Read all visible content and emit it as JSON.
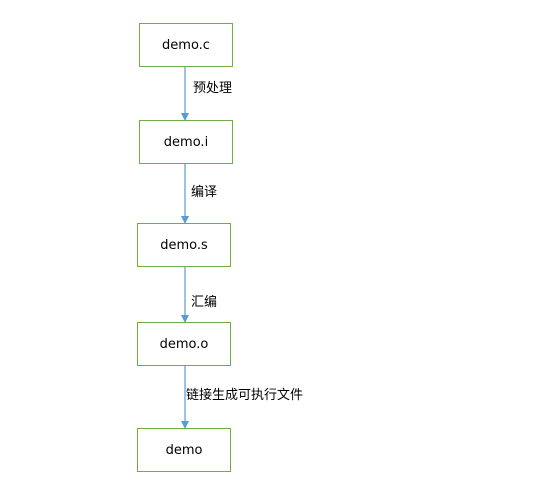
{
  "diagram": {
    "type": "flowchart",
    "nodes": [
      {
        "id": "n1",
        "label": "demo.c"
      },
      {
        "id": "n2",
        "label": "demo.i"
      },
      {
        "id": "n3",
        "label": "demo.s"
      },
      {
        "id": "n4",
        "label": "demo.o"
      },
      {
        "id": "n5",
        "label": "demo"
      }
    ],
    "edges": [
      {
        "from": "n1",
        "to": "n2",
        "label": "预处理"
      },
      {
        "from": "n2",
        "to": "n3",
        "label": "编译"
      },
      {
        "from": "n3",
        "to": "n4",
        "label": "汇编"
      },
      {
        "from": "n4",
        "to": "n5",
        "label": "链接生成可执行文件"
      }
    ],
    "colors": {
      "node_border": "#70ad47",
      "arrow": "#5b9bd5",
      "text": "#000000",
      "background": "#ffffff"
    }
  }
}
